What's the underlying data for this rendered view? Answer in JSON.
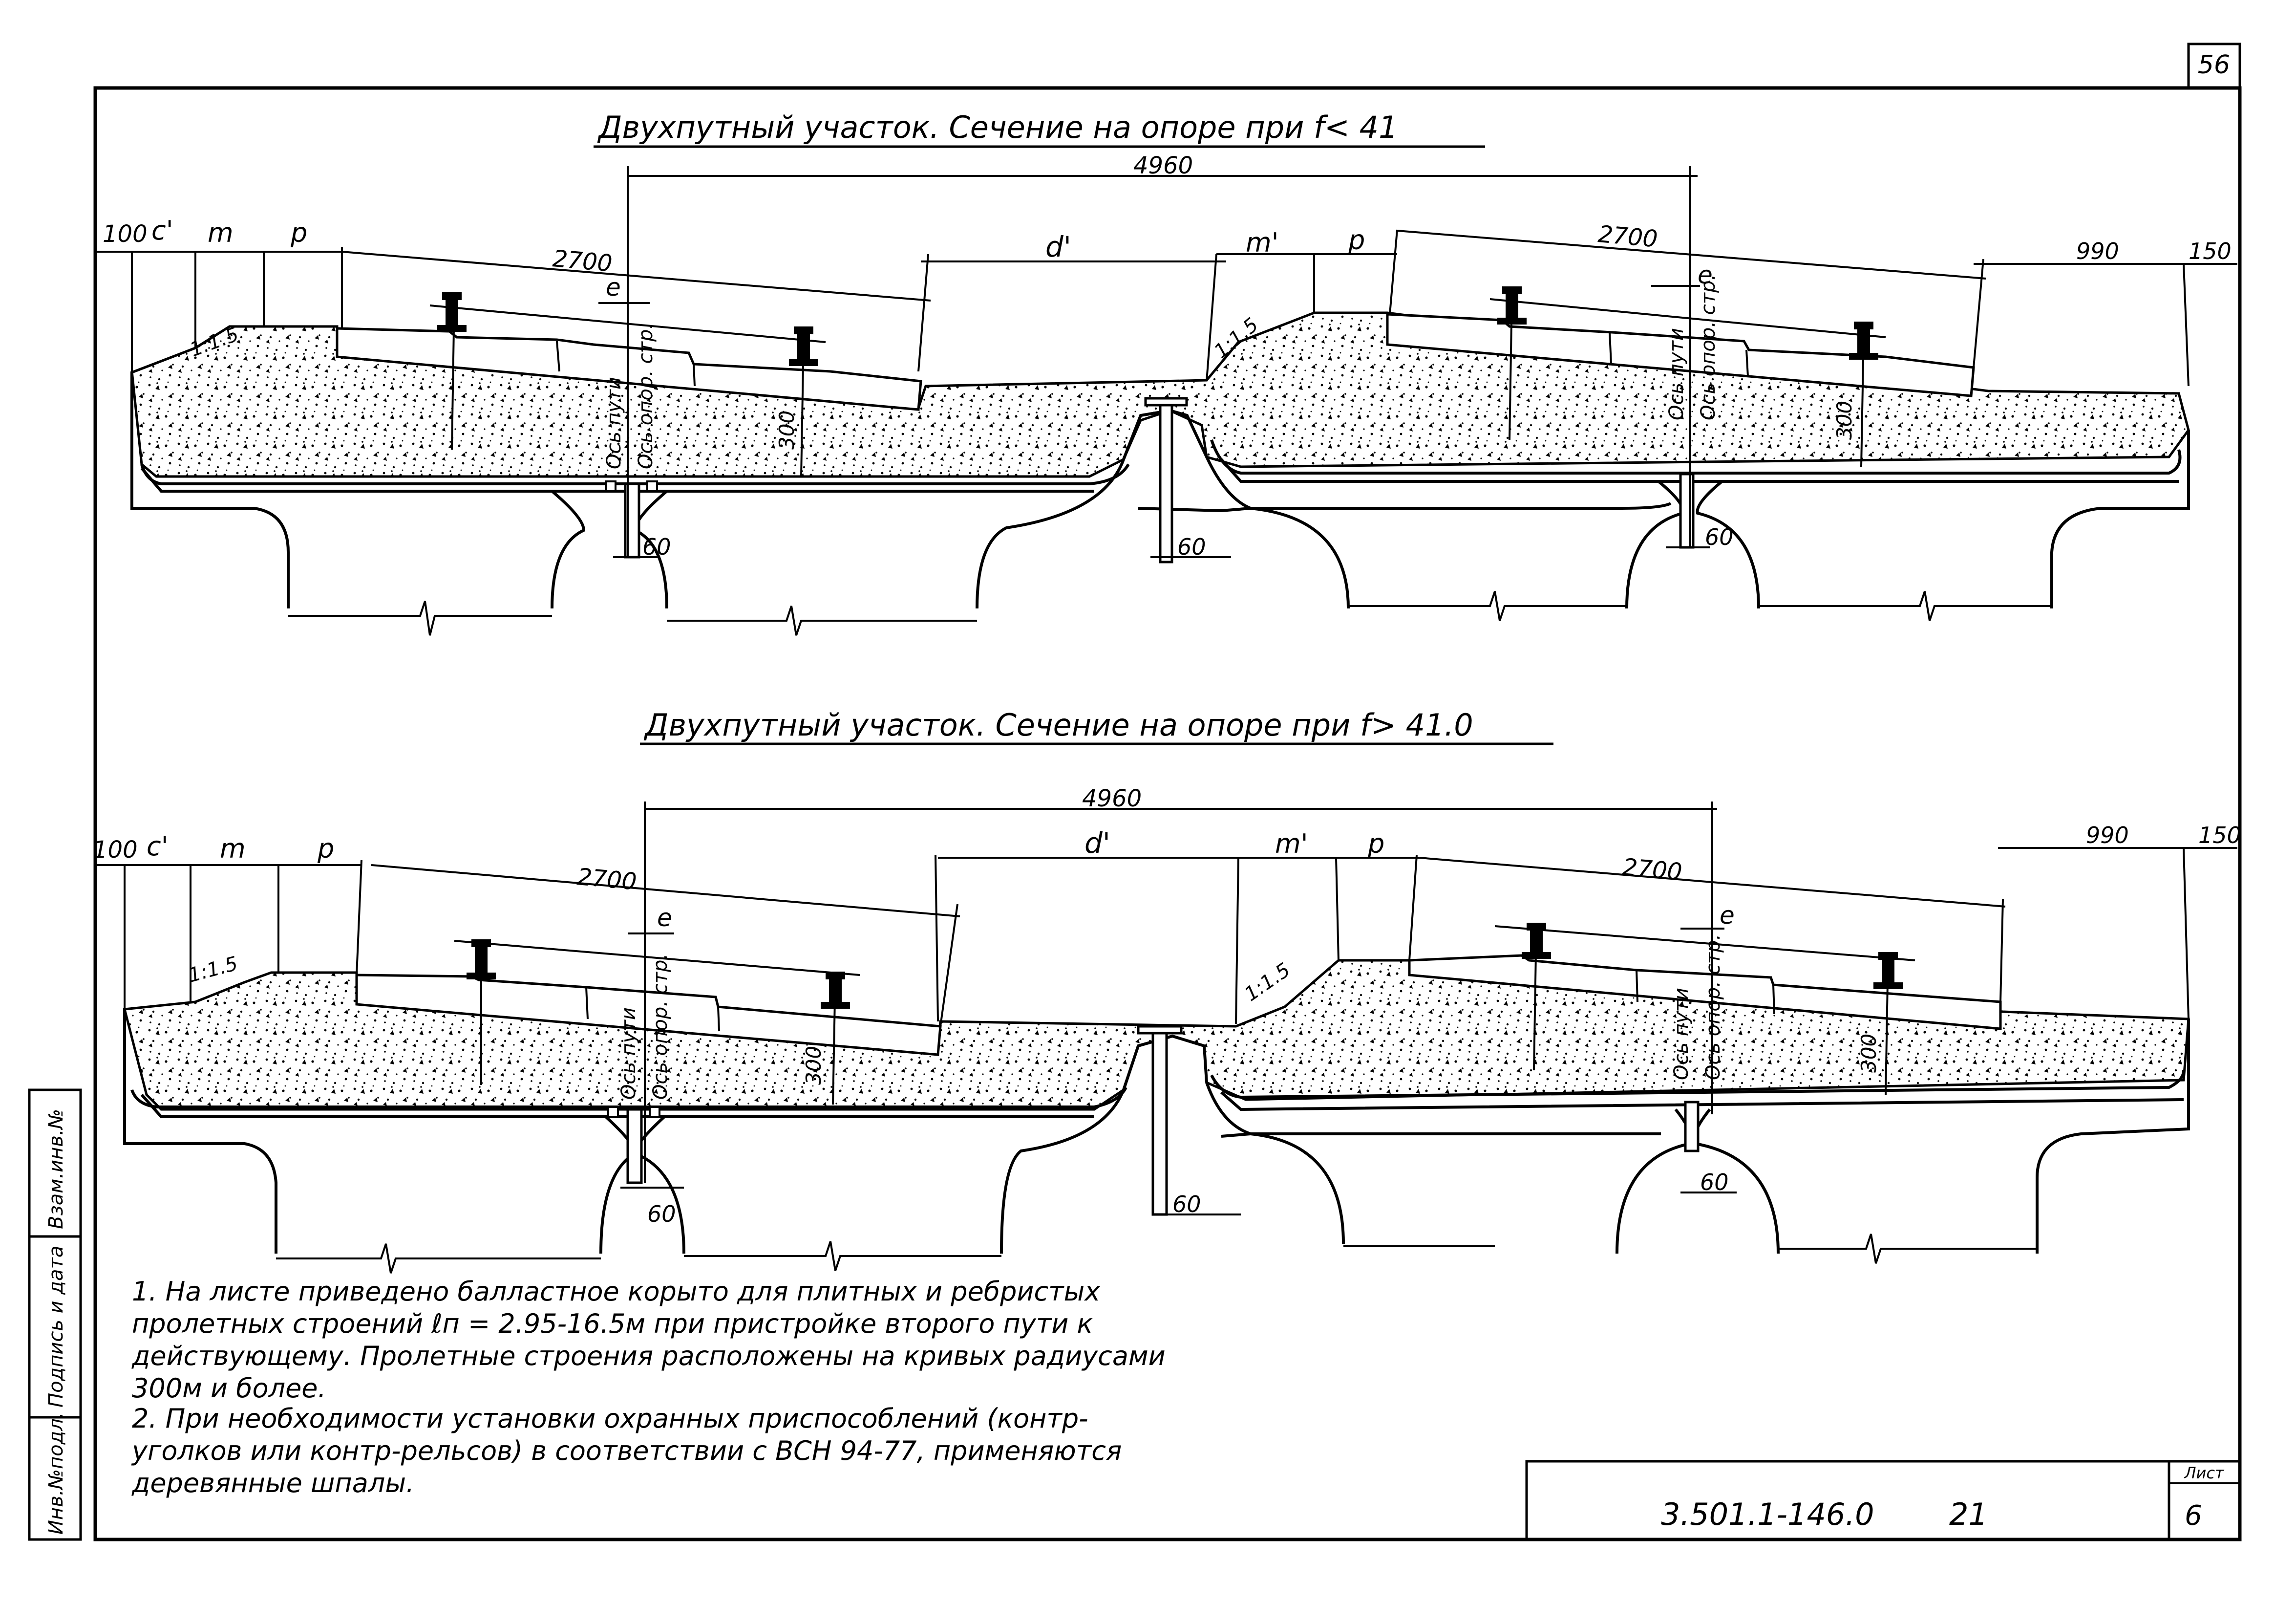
{
  "page_number": "56",
  "sheet_label": "Лист",
  "sheet_number": "6",
  "doc_code": "3.501.1-146.0",
  "doc_sub": "21",
  "side_stamps": [
    "Инв.№подл.",
    "Подпись и дата",
    "Взам.инв.№"
  ],
  "section1": {
    "title": "Двухпутный участок. Сечение на опоре при f< 41",
    "dims": {
      "total": "4960",
      "w1": "2700",
      "w2": "2700",
      "d": "d'",
      "m2": "m'",
      "p1": "p",
      "p2": "p",
      "left": "100",
      "c": "c'",
      "m": "m",
      "right1": "990",
      "right2": "150",
      "e1": "e",
      "e2": "e",
      "ballast1": "300",
      "ballast2": "300",
      "gap1": "60",
      "gap2": "60",
      "gap3": "60",
      "slope1": "1:1.5",
      "slope2": "1:1.5"
    },
    "axis_track": "Ось пути",
    "axis_support": "Ось опор. стр."
  },
  "section2": {
    "title": "Двухпутный участок. Сечение на опоре при f> 41.0",
    "dims": {
      "total": "4960",
      "w1": "2700",
      "w2": "2700",
      "d": "d'",
      "m2": "m'",
      "p1": "p",
      "p2": "p",
      "left": "100",
      "c": "c'",
      "m": "m",
      "right1": "990",
      "right2": "150",
      "e1": "e",
      "e2": "e",
      "ballast1": "300",
      "ballast2": "300",
      "gap1": "60",
      "gap2": "60",
      "gap3": "60",
      "slope1": "1:1.5",
      "slope2": "1:1.5"
    },
    "axis_track": "Ось пути",
    "axis_support": "Ось опор. стр."
  },
  "notes": [
    "1. На листе приведено балластное корыто для плитных и ребристых пролетных строений ℓп = 2.95-16.5м при пристройке второго пути к действующему. Пролетные строения расположены на кривых радиусами 300м и более.",
    "2. При необходимости установки охранных приспособлений (контр-уголков или контр-рельсов) в соответствии с ВСН 94-77, применяются деревянные шпалы."
  ]
}
